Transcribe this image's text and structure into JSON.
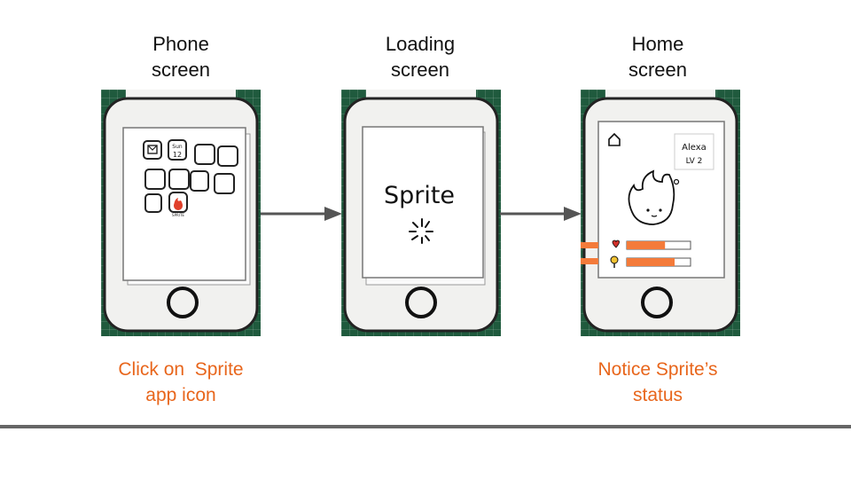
{
  "steps": [
    {
      "title_line1": "Phone",
      "title_line2": "screen",
      "caption_line1": "Click on  Sprite",
      "caption_line2": "app icon",
      "phone": {
        "calendar_line1": "Sun",
        "calendar_line2": "12",
        "app_label": "SPRITE"
      }
    },
    {
      "title_line1": "Loading",
      "title_line2": "screen",
      "caption_line1": "",
      "caption_line2": "",
      "phone": {
        "app_title": "Sprite"
      }
    },
    {
      "title_line1": "Home",
      "title_line2": "screen",
      "caption_line1": "Notice Sprite’s",
      "caption_line2": "status",
      "phone": {
        "user_name": "Alexa",
        "user_level": "LV 2",
        "health_level": 0.6,
        "energy_level": 0.75
      }
    }
  ],
  "colors": {
    "caption": "#e8661c",
    "status_bar": "#f47b3a",
    "mat": "#1f5a3d",
    "arrow": "#555555"
  },
  "icons": [
    "home-icon",
    "heart-icon",
    "lightbulb-icon",
    "flame-sprite-icon",
    "loading-spinner-icon",
    "mail-icon",
    "calendar-icon"
  ]
}
